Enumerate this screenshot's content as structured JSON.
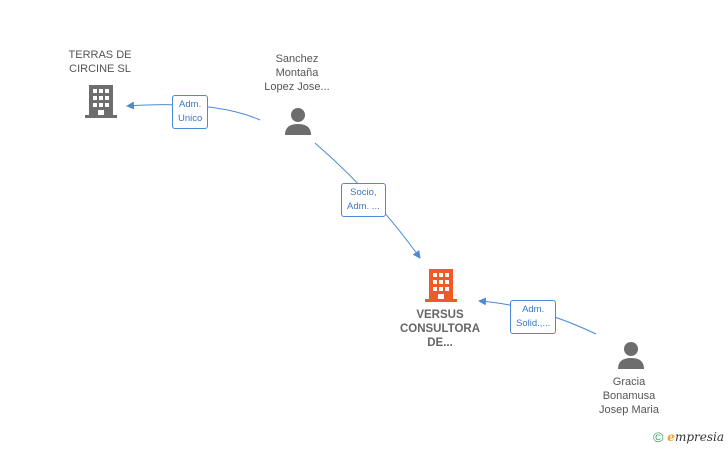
{
  "nodes": {
    "terras": {
      "lines": [
        "TERRAS DE",
        "CIRCINE SL"
      ],
      "type": "company"
    },
    "sanchez": {
      "lines": [
        "Sanchez",
        "Montaña",
        "Lopez Jose..."
      ],
      "type": "person"
    },
    "versus": {
      "lines": [
        "VERSUS",
        "CONSULTORA",
        "DE..."
      ],
      "type": "company",
      "highlight": true
    },
    "gracia": {
      "lines": [
        "Gracia",
        "Bonamusa",
        "Josep Maria"
      ],
      "type": "person"
    }
  },
  "edges": {
    "adm_unico": {
      "lines": [
        "Adm.",
        "Unico"
      ]
    },
    "socio_adm": {
      "lines": [
        "Socio,",
        "Adm. ..."
      ]
    },
    "adm_solid": {
      "lines": [
        "Adm.",
        "Solid.,..."
      ]
    }
  },
  "footer": {
    "copyright": "©",
    "brand_initial": "e",
    "brand_rest": "mpresia"
  },
  "colors": {
    "edge": "#4a8ad8",
    "company": "#6d6d6d",
    "main_company": "#f05a28",
    "person": "#6d6d6d"
  }
}
